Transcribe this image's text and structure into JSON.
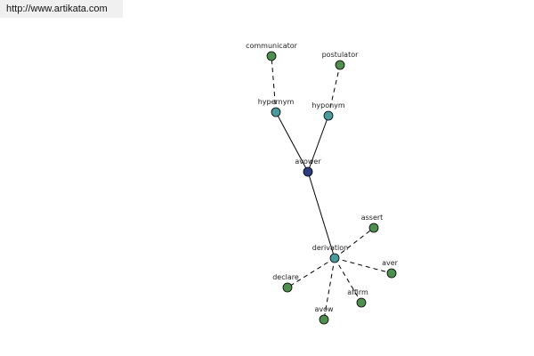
{
  "source_url": "http://www.artikata.com",
  "colors": {
    "center": "#2e3c80",
    "relation": "#4a9a9c",
    "leaf": "#4e8f4e"
  },
  "graph": {
    "nodes": [
      {
        "id": "avower",
        "label": "avower",
        "kind": "center"
      },
      {
        "id": "hypernym",
        "label": "hypernym",
        "kind": "relation"
      },
      {
        "id": "hyponym",
        "label": "hyponym",
        "kind": "relation"
      },
      {
        "id": "derivation",
        "label": "derivation",
        "kind": "relation"
      },
      {
        "id": "communicator",
        "label": "communicator",
        "kind": "leaf"
      },
      {
        "id": "postulator",
        "label": "postulator",
        "kind": "leaf"
      },
      {
        "id": "assert",
        "label": "assert",
        "kind": "leaf"
      },
      {
        "id": "aver",
        "label": "aver",
        "kind": "leaf"
      },
      {
        "id": "affirm",
        "label": "affirm",
        "kind": "leaf"
      },
      {
        "id": "avow",
        "label": "avow",
        "kind": "leaf"
      },
      {
        "id": "declare",
        "label": "declare",
        "kind": "leaf"
      }
    ],
    "edges": [
      {
        "from": "avower",
        "to": "hypernym",
        "style": "solid"
      },
      {
        "from": "avower",
        "to": "hyponym",
        "style": "solid"
      },
      {
        "from": "avower",
        "to": "derivation",
        "style": "solid"
      },
      {
        "from": "hypernym",
        "to": "communicator",
        "style": "dashed"
      },
      {
        "from": "hyponym",
        "to": "postulator",
        "style": "dashed"
      },
      {
        "from": "derivation",
        "to": "assert",
        "style": "dashed"
      },
      {
        "from": "derivation",
        "to": "aver",
        "style": "dashed"
      },
      {
        "from": "derivation",
        "to": "affirm",
        "style": "dashed"
      },
      {
        "from": "derivation",
        "to": "avow",
        "style": "dashed"
      },
      {
        "from": "derivation",
        "to": "declare",
        "style": "dashed"
      }
    ]
  }
}
